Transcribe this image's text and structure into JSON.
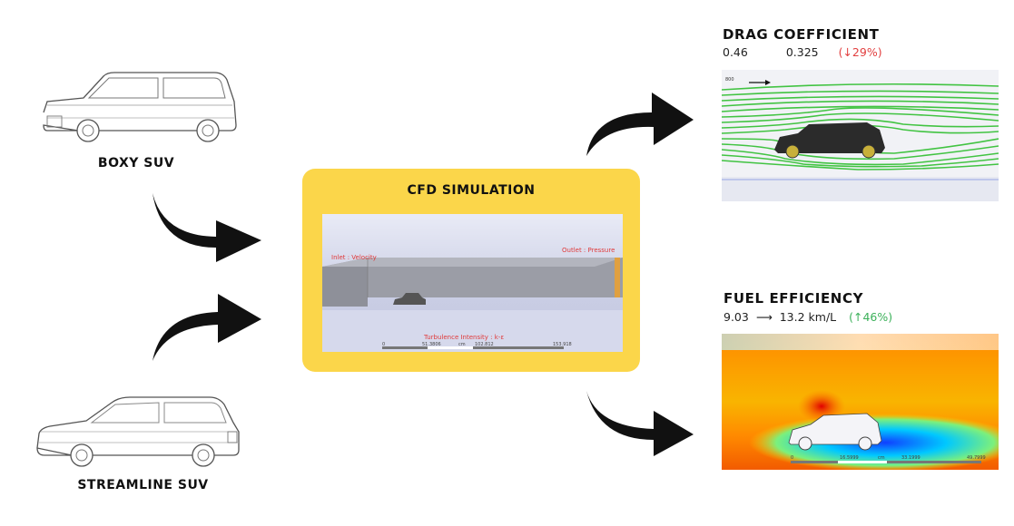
{
  "inputs": {
    "boxy_label": "BOXY SUV",
    "streamline_label": "STREAMLINE SUV"
  },
  "simulation": {
    "title": "CFD SIMULATION",
    "inlet_label": "Inlet : Velocity",
    "outlet_label": "Outlet : Pressure",
    "turbulence_label": "Turbulence Intensity : k-ε",
    "scale_ticks": [
      "0",
      "51.3806",
      "cm",
      "102.812",
      "153.918"
    ]
  },
  "drag": {
    "title": "DRAG COEFFICIENT",
    "before": "0.46",
    "after": "0.325",
    "change": "(↓29%)",
    "image_corner_label": "800"
  },
  "fuel": {
    "title": "FUEL EFFICIENCY",
    "before": "9.03",
    "arrow": "⟶",
    "after": "13.2 km/L",
    "change": "(↑46%)",
    "scale_ticks": [
      "0",
      "16.5999",
      "cm",
      "33.1999",
      "49.7999"
    ]
  },
  "colors": {
    "panel": "#fbd64a",
    "decrease": "#e24040",
    "increase": "#3cb15a",
    "streamline": "#2fbf2f"
  }
}
